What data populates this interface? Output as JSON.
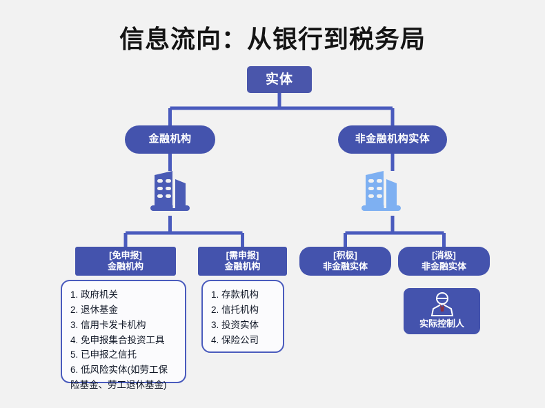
{
  "page": {
    "title": "信息流向：从银行到税务局",
    "background_color": "#f2f2f2"
  },
  "colors": {
    "node_blue": "#4453ad",
    "root_blue": "#4a56ab",
    "icon_dark_blue": "#4a5bb5",
    "icon_light_blue": "#7eb0f2",
    "wire_blue": "#4a5bbd",
    "card_border": "#4a5bbd",
    "card_bg": "#fbfbfd",
    "title_color": "#141414"
  },
  "diagram": {
    "type": "tree",
    "root": {
      "label": "实体",
      "name": "entity"
    },
    "level2": [
      {
        "name": "financial-institution",
        "label": "金融机构"
      },
      {
        "name": "non-financial-institution-entity",
        "label": "非金融机构实体"
      }
    ],
    "icons": [
      {
        "name": "building-icon-financial",
        "semantic": "building-icon",
        "color": "#4a5bb5"
      },
      {
        "name": "building-icon-non-financial",
        "semantic": "building-icon",
        "color": "#7eb0f2"
      }
    ],
    "level4": [
      {
        "name": "exempt-financial-institution",
        "line1": "[免申报]",
        "line2": "金融机构"
      },
      {
        "name": "reportable-financial-institution",
        "line1": "[需申报]",
        "line2": "金融机构"
      },
      {
        "name": "active-non-financial-entity",
        "line1": "[积极]",
        "line2": "非金融实体"
      },
      {
        "name": "passive-non-financial-entity",
        "line1": "[消极]",
        "line2": "非金融实体"
      }
    ],
    "controller": {
      "name": "actual-controller",
      "label": "实际控制人",
      "icon": "person-icon"
    },
    "lists": {
      "exempt": {
        "name": "exempt-financial-institution-list",
        "items": [
          "1. 政府机关",
          "2. 退休基金",
          "3. 信用卡发卡机构",
          "4. 免申报集合投资工具",
          "5. 已申报之信托",
          "6. 低风险实体(如劳工保\n险基金、劳工退休基金)"
        ]
      },
      "reportable": {
        "name": "reportable-financial-institution-list",
        "items": [
          "1. 存款机构",
          "2. 信托机构",
          "3. 投资实体",
          "4. 保险公司"
        ]
      }
    }
  }
}
